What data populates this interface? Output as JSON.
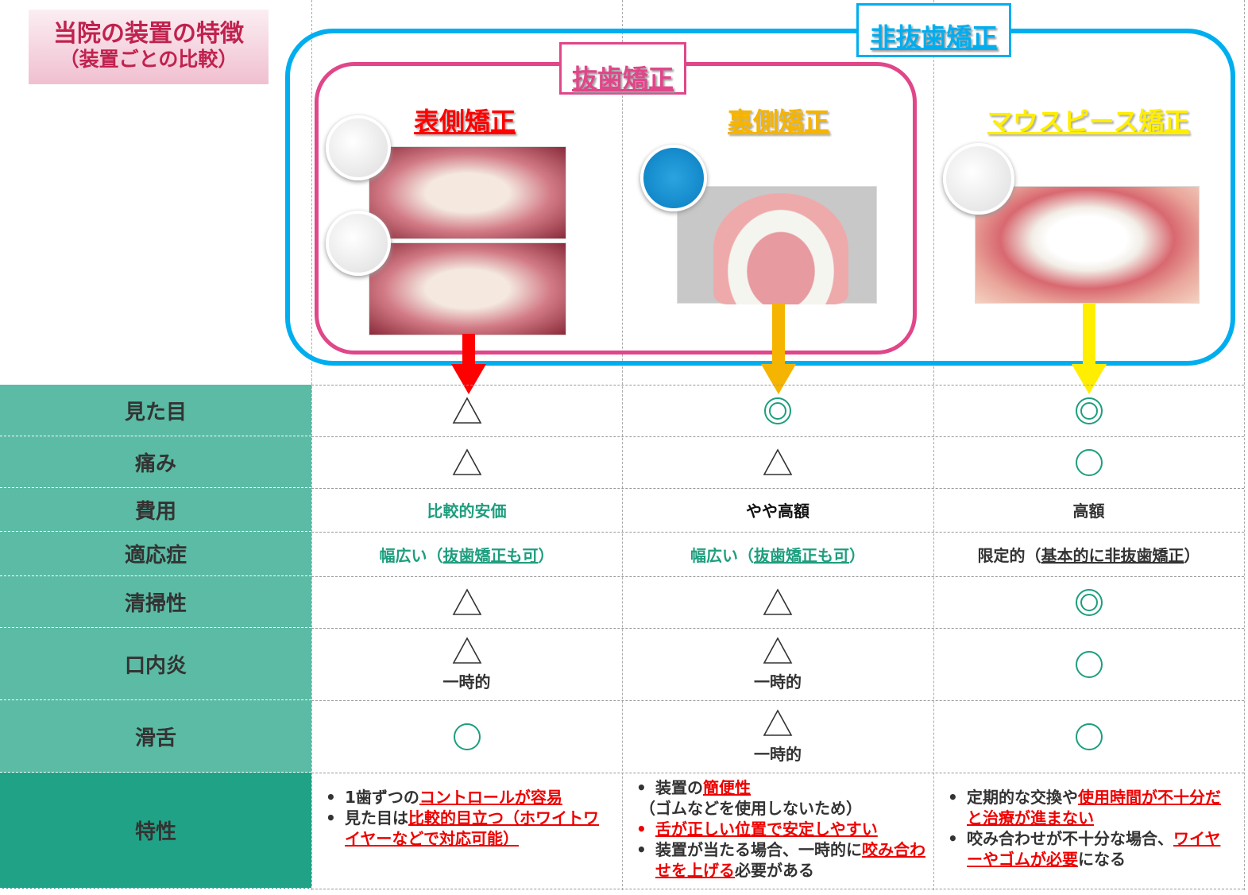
{
  "title": {
    "line1": "当院の装置の特徴",
    "line2": "（装置ごとの比較）"
  },
  "groups": {
    "non_extraction": "非抜歯矯正",
    "extraction": "抜歯矯正"
  },
  "columns": [
    {
      "name": "表側矯正",
      "color": "#ff0000"
    },
    {
      "name": "裏側矯正",
      "color": "#f5b400"
    },
    {
      "name": "マウスピース矯正",
      "color": "#ffee00"
    }
  ],
  "rows": [
    {
      "label": "見た目",
      "cells": [
        {
          "symbol": "triangle"
        },
        {
          "symbol": "double-circle"
        },
        {
          "symbol": "double-circle"
        }
      ]
    },
    {
      "label": "痛み",
      "cells": [
        {
          "symbol": "triangle"
        },
        {
          "symbol": "triangle"
        },
        {
          "symbol": "circle"
        }
      ]
    },
    {
      "label": "費用",
      "cells": [
        {
          "text": "比較的安価"
        },
        {
          "text": "やや高額"
        },
        {
          "text": "高額"
        }
      ]
    },
    {
      "label": "適応症",
      "cells": [
        {
          "pre": "幅広い（",
          "u": "抜歯矯正も可",
          "post": "）"
        },
        {
          "pre": "幅広い（",
          "u": "抜歯矯正も可",
          "post": "）"
        },
        {
          "pre": "限定的（",
          "u": "基本的に非抜歯矯正",
          "post": "）"
        }
      ]
    },
    {
      "label": "清掃性",
      "cells": [
        {
          "symbol": "triangle"
        },
        {
          "symbol": "triangle"
        },
        {
          "symbol": "double-circle"
        }
      ]
    },
    {
      "label": "口内炎",
      "cells": [
        {
          "symbol": "triangle",
          "note": "一時的"
        },
        {
          "symbol": "triangle",
          "note": "一時的"
        },
        {
          "symbol": "circle"
        }
      ]
    },
    {
      "label": "滑舌",
      "cells": [
        {
          "symbol": "circle"
        },
        {
          "symbol": "triangle",
          "note": "一時的"
        },
        {
          "symbol": "circle"
        }
      ]
    },
    {
      "label": "特性"
    }
  ],
  "traits": [
    [
      {
        "a": "1歯ずつの",
        "r": "コントロールが容易"
      },
      {
        "a": "見た目は",
        "r": "比較的目立つ（ホワイトワイヤーなどで対応可能）"
      }
    ],
    [
      {
        "a": "装置の",
        "r": "簡便性",
        "b": "（ゴムなどを使用しないため）"
      },
      {
        "r": "舌が正しい位置で安定しやすい",
        "red_bullet": true
      },
      {
        "a": "装置が当たる場合、一時的に",
        "r": "咬み合わせを上げる",
        "c": "必要がある"
      }
    ],
    [
      {
        "a": "定期的な交換や",
        "r": "使用時間が不十分だと治療が進まない"
      },
      {
        "a": "咬み合わせが不十分な場合、",
        "r": "ワイヤーやゴムが必要",
        "c": "になる"
      }
    ]
  ]
}
